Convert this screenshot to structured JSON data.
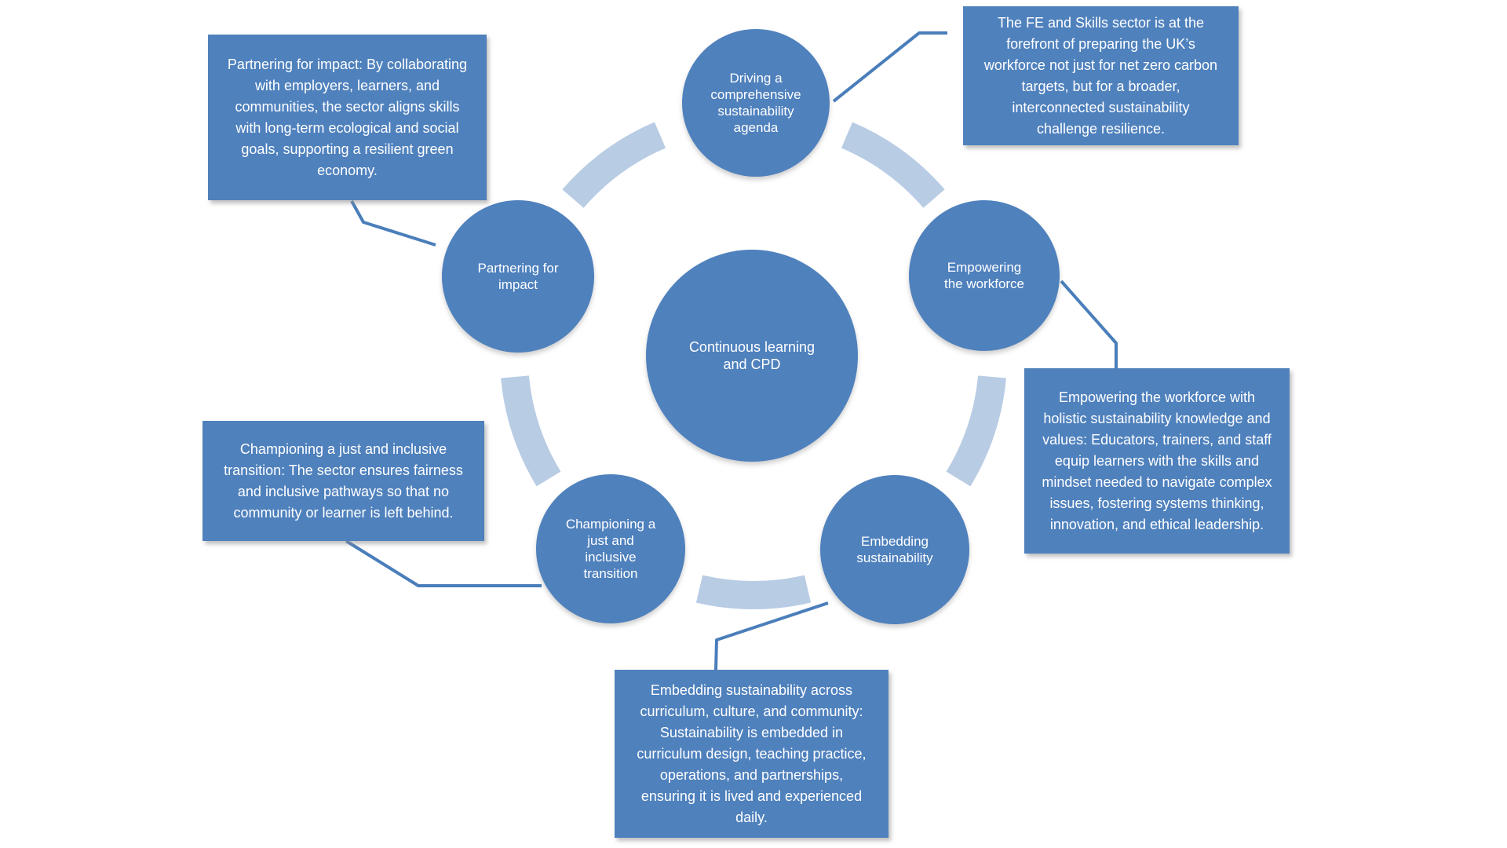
{
  "diagram": {
    "center": {
      "label": "Continuous learning and CPD"
    },
    "nodes": [
      {
        "id": "driving",
        "label": "Driving a comprehensive sustainability agenda"
      },
      {
        "id": "empowering",
        "label": "Empowering the workforce"
      },
      {
        "id": "embedding",
        "label": "Embedding sustainability"
      },
      {
        "id": "championing",
        "label": "Championing a just and inclusive transition"
      },
      {
        "id": "partnering",
        "label": "Partnering for impact"
      }
    ],
    "callouts": [
      {
        "for": "driving",
        "text": "The FE and Skills sector is at the forefront of preparing the UK’s workforce not just for net zero carbon targets, but for a broader, interconnected sustainability challenge resilience."
      },
      {
        "for": "empowering",
        "text": "Empowering the workforce with holistic sustainability knowledge and values: Educators, trainers, and staff equip learners with the skills and mindset needed to navigate complex issues, fostering systems thinking, innovation, and ethical leadership."
      },
      {
        "for": "embedding",
        "text": "Embedding sustainability across curriculum, culture, and community: Sustainability is embedded in curriculum design, teaching practice, operations, and partnerships, ensuring it is lived and experienced daily."
      },
      {
        "for": "championing",
        "text": "Championing a just and inclusive transition: The sector ensures fairness and inclusive pathways so that no community or learner is left behind."
      },
      {
        "for": "partnering",
        "text": "Partnering for impact: By collaborating with employers, learners, and communities, the sector aligns skills with long-term ecological and social goals, supporting a resilient green economy."
      }
    ],
    "colors": {
      "node_fill": "#4F81BD",
      "ring": "#B8CCE4",
      "connector": "#4A7EBB",
      "text": "#FFFFFF"
    }
  }
}
